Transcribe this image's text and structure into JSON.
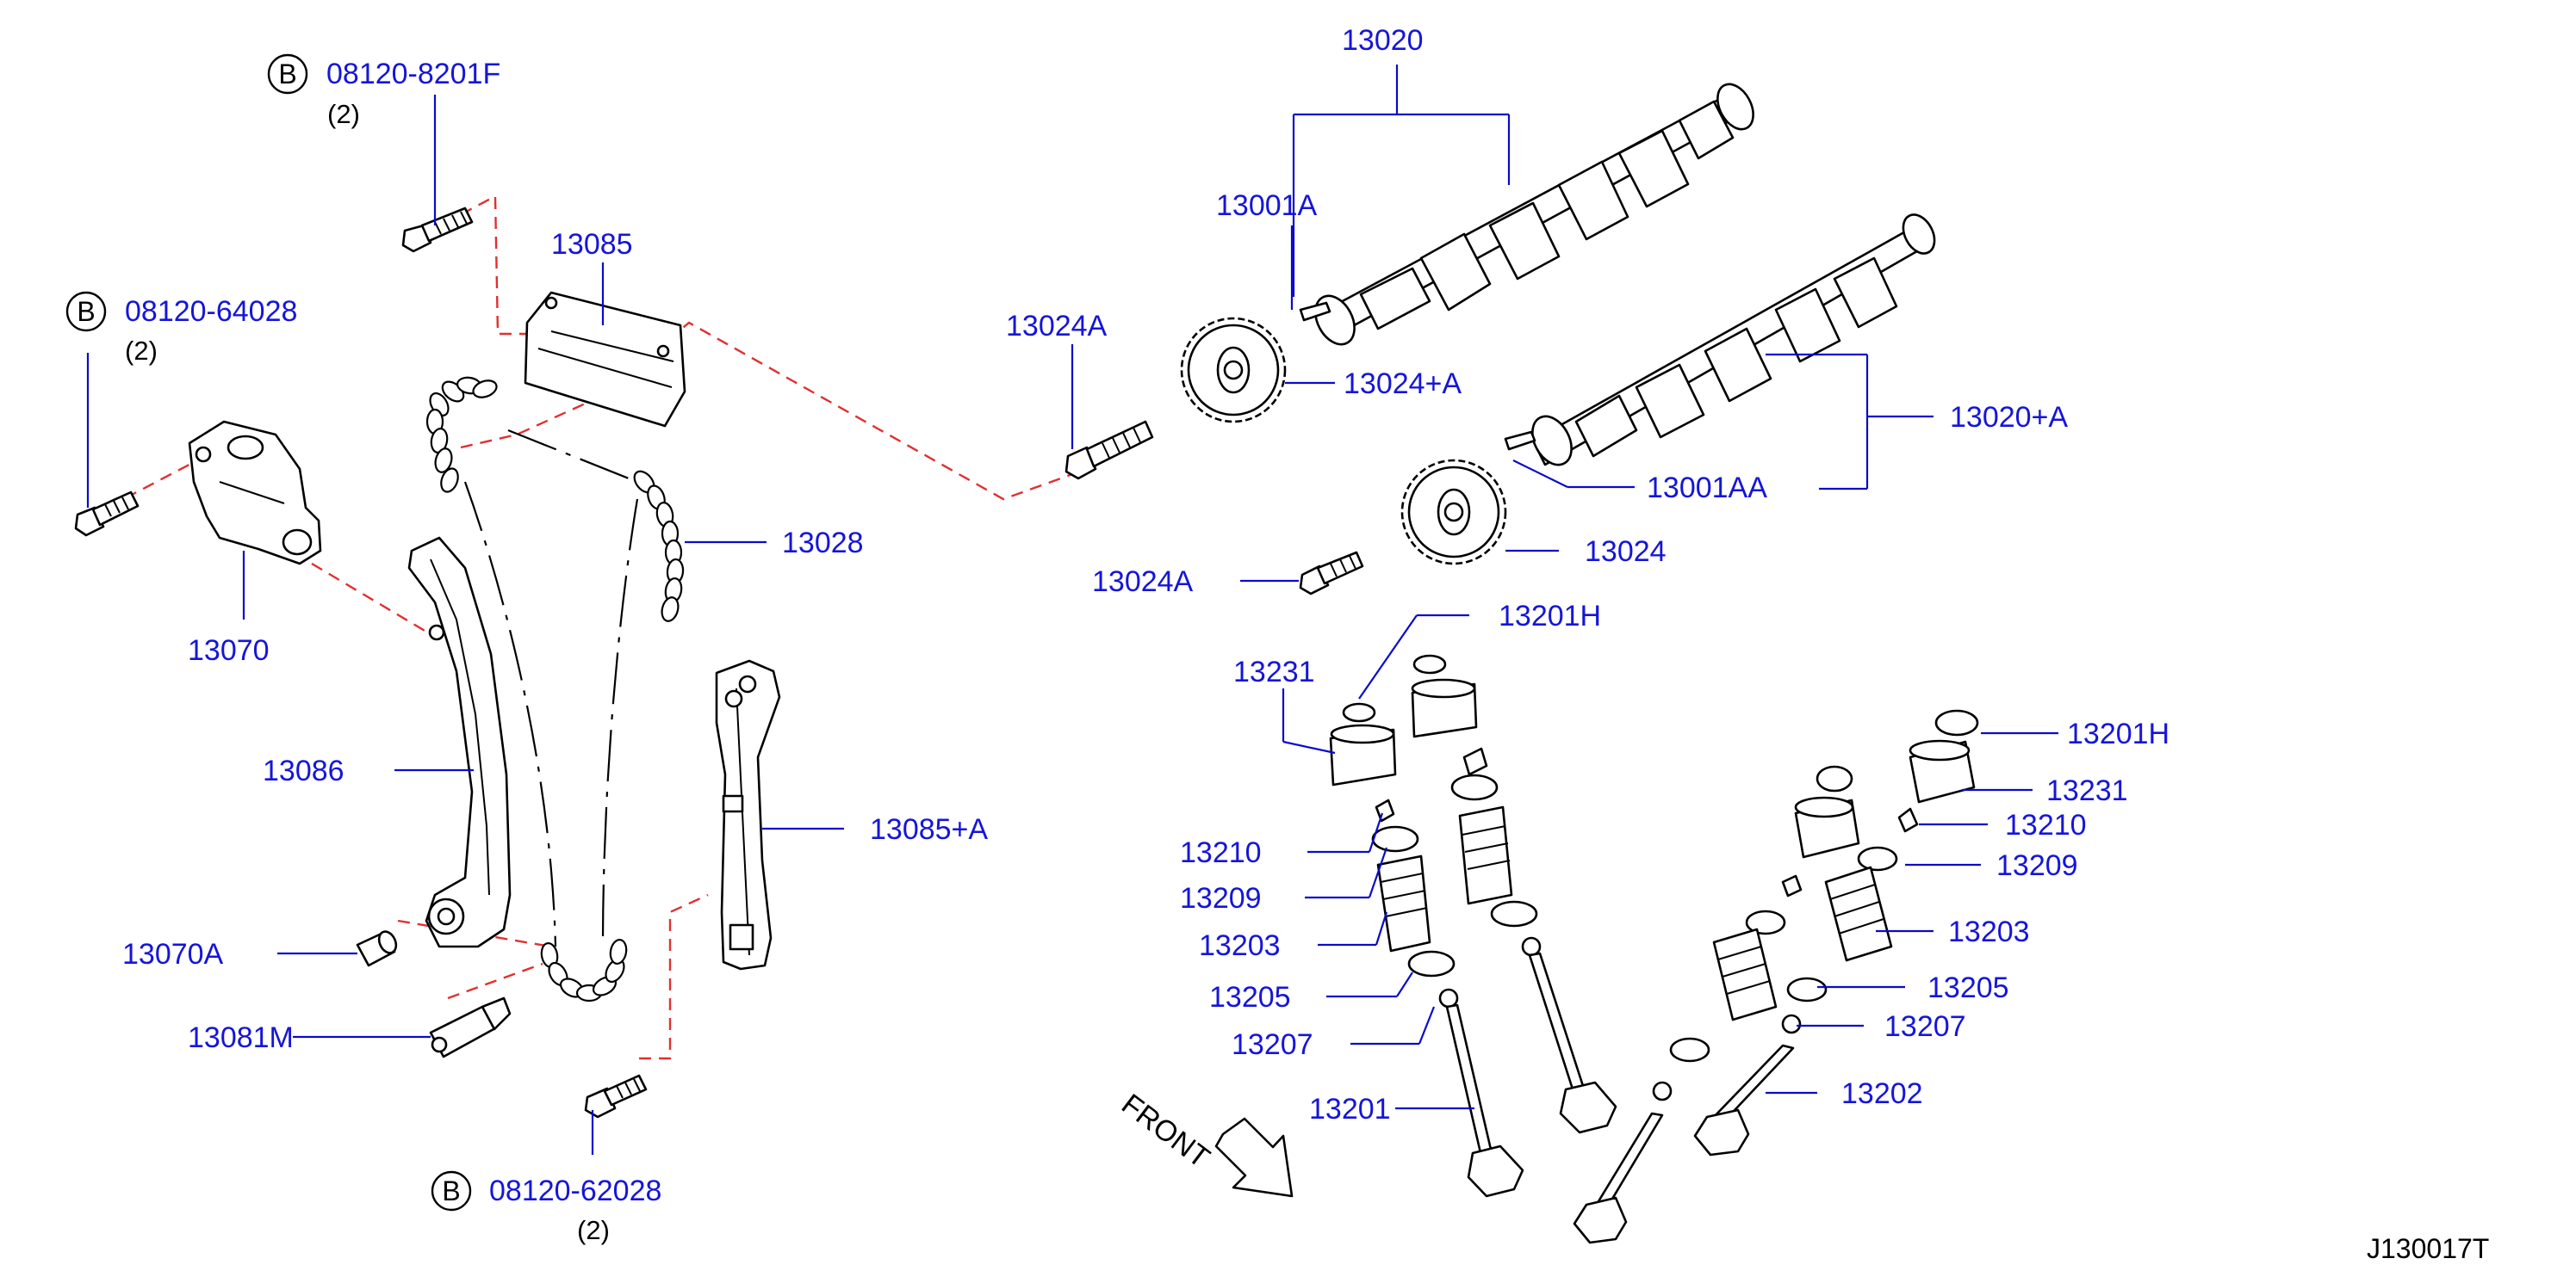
{
  "diagram": {
    "part_numbers": {
      "p13020": "13020",
      "p13001A": "13001A",
      "p13085": "13085",
      "p13024A_top": "13024A",
      "p13024pA": "13024+A",
      "p13020pA": "13020+A",
      "p13001AA": "13001AA",
      "p13028": "13028",
      "p13070": "13070",
      "p13024": "13024",
      "p13024A_low": "13024A",
      "p13201H_a": "13201H",
      "p13231_a": "13231",
      "p13086": "13086",
      "p13085pA": "13085+A",
      "p13210_a": "13210",
      "p13209_a": "13209",
      "p13203_a": "13203",
      "p13070A": "13070A",
      "p13205_a": "13205",
      "p13081M": "13081M",
      "p13207_a": "13207",
      "p13201": "13201",
      "p13201H_b": "13201H",
      "p13231_b": "13231",
      "p13210_b": "13210",
      "p13209_b": "13209",
      "p13203_b": "13203",
      "p13205_b": "13205",
      "p13207_b": "13207",
      "p13202": "13202"
    },
    "bolts": [
      {
        "marker": "B",
        "number": "08120-8201F",
        "qty": "(2)"
      },
      {
        "marker": "B",
        "number": "08120-64028",
        "qty": "(2)"
      },
      {
        "marker": "B",
        "number": "08120-62028",
        "qty": "(2)"
      }
    ],
    "front_label": "FRONT",
    "diagram_code": "J130017T"
  },
  "colors": {
    "part_number_text": "#1515d9",
    "leader_line": "#0a0acc",
    "dashed_reference": "#e03030",
    "outline": "#000000"
  }
}
